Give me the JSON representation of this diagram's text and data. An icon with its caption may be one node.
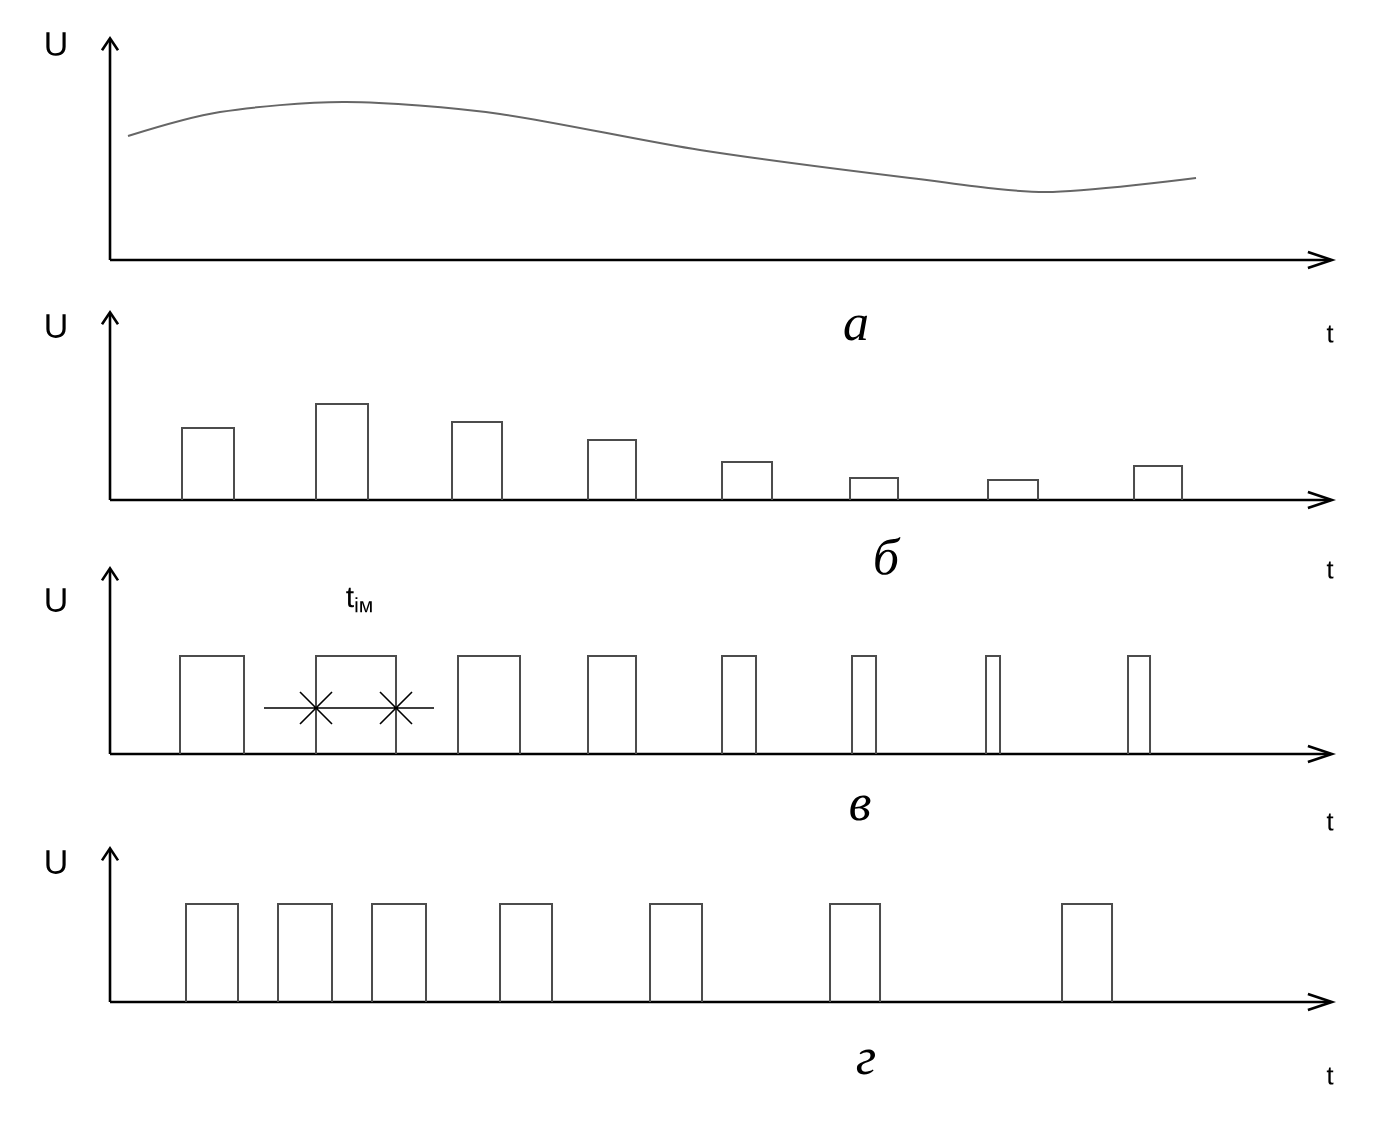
{
  "diagram": {
    "labels": [
      "U",
      "а",
      "t",
      "U",
      "б",
      "t",
      "U",
      "t$_{iм}$",
      "в",
      "t",
      "U",
      "г",
      "t"
    ]
  }
}
